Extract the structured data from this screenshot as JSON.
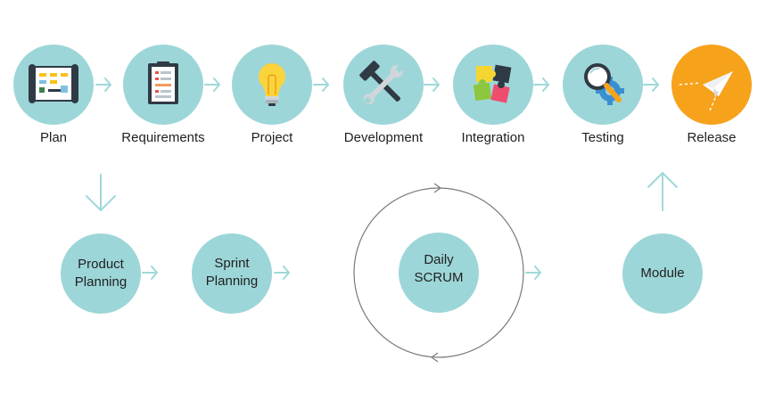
{
  "colors": {
    "circle": "#9dd6d8",
    "accent": "#f7a21b",
    "arrow": "#9fd8da",
    "ring": "#7a7a7a"
  },
  "stages": [
    {
      "label": "Plan",
      "icon": "blueprint-icon"
    },
    {
      "label": "Requirements",
      "icon": "clipboard-checklist-icon"
    },
    {
      "label": "Project",
      "icon": "lightbulb-icon"
    },
    {
      "label": "Development",
      "icon": "hammer-wrench-icon"
    },
    {
      "label": "Integration",
      "icon": "puzzle-icon"
    },
    {
      "label": "Testing",
      "icon": "magnifier-gear-icon"
    },
    {
      "label": "Release",
      "icon": "paper-plane-icon"
    }
  ],
  "sprint": {
    "product_planning": [
      "Product",
      "Planning"
    ],
    "sprint_planning": [
      "Sprint",
      "Planning"
    ],
    "daily_scrum": [
      "Daily",
      "SCRUM"
    ],
    "module": "Module"
  }
}
